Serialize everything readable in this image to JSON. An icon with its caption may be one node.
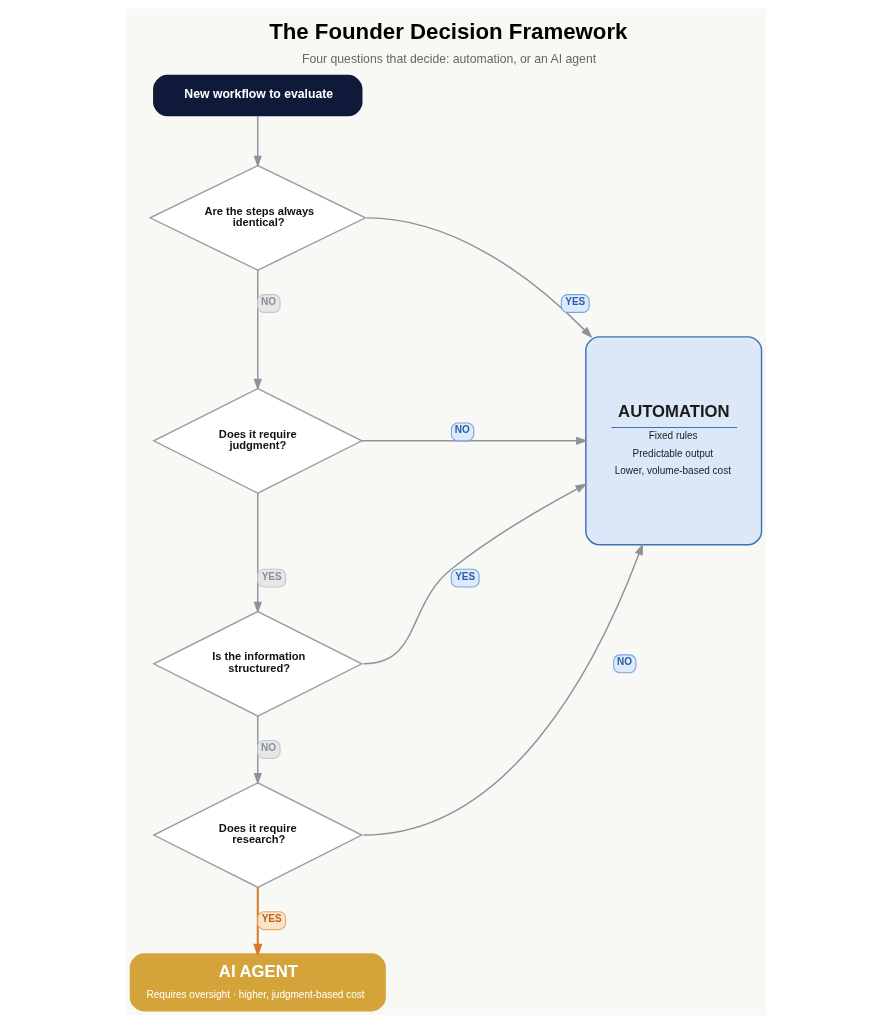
{
  "diagram": {
    "title": "The Founder Decision Framework",
    "caption": "Four questions that decide: automation, or an AI agent",
    "nodes": [
      {
        "text": [
          "New workflow to evaluate"
        ]
      },
      {
        "text": [
          "Are the steps always identical?"
        ]
      },
      {
        "text": [
          "Does it require judgment?"
        ]
      },
      {
        "text": [
          "Is the information structured?"
        ]
      },
      {
        "text": [
          "Does it require research?"
        ]
      },
      {
        "text": [
          "AUTOMATION",
          "Fixed rules",
          "Predictable output",
          "Lower, volume-based cost"
        ]
      },
      {
        "text": [
          "AI AGENT",
          "Requires oversight · higher, judgment-based cost"
        ]
      }
    ],
    "edges": [
      {
        "from": 0,
        "to": 1,
        "arrow": "to"
      },
      {
        "from": 1,
        "to": 5,
        "arrow": "to",
        "label": "YES"
      },
      {
        "from": 1,
        "to": 2,
        "arrow": "to",
        "label": "NO"
      },
      {
        "from": 2,
        "to": 5,
        "arrow": "to",
        "label": "NO"
      },
      {
        "from": 2,
        "to": 3,
        "arrow": "to",
        "label": "YES"
      },
      {
        "from": 3,
        "to": 5,
        "arrow": "to",
        "label": "YES"
      },
      {
        "from": 3,
        "to": 4,
        "arrow": "to",
        "label": "NO"
      },
      {
        "from": 4,
        "to": 5,
        "arrow": "to",
        "label": "NO"
      },
      {
        "from": 4,
        "to": 6,
        "arrow": "to",
        "label": "YES",
        "color": "#d9782a"
      }
    ]
  }
}
